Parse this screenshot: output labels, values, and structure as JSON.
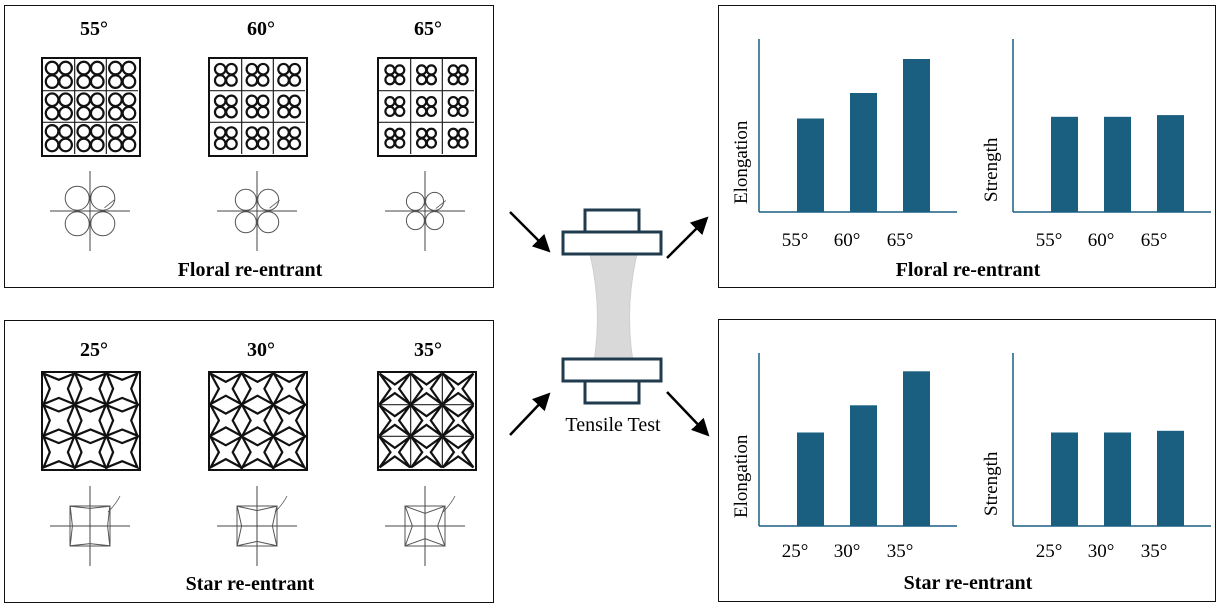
{
  "floral": {
    "caption": "Floral re-entrant",
    "angles": [
      "55°",
      "60°",
      "65°"
    ],
    "charts": {
      "elongation": {
        "ylabel": "Elongation",
        "categories": [
          "55°",
          "60°",
          "65°"
        ]
      },
      "strength": {
        "ylabel": "Strength",
        "categories": [
          "55°",
          "60°",
          "65°"
        ]
      },
      "caption": "Floral re-entrant"
    }
  },
  "star": {
    "caption": "Star re-entrant",
    "angles": [
      "25°",
      "30°",
      "35°"
    ],
    "charts": {
      "elongation": {
        "ylabel": "Elongation",
        "categories": [
          "25°",
          "30°",
          "35°"
        ]
      },
      "strength": {
        "ylabel": "Strength",
        "categories": [
          "25°",
          "30°",
          "35°"
        ]
      },
      "caption": "Star re-entrant"
    }
  },
  "tensile_label": "Tensile Test",
  "colors": {
    "bar": "#1a5f80",
    "specimen": "#d9d9d9",
    "grip": "#1f3b4d"
  },
  "chart_data": [
    {
      "type": "bar",
      "categories": [
        "55°",
        "60°",
        "65°"
      ],
      "values": [
        0.55,
        0.7,
        0.9
      ],
      "ylabel": "Elongation",
      "note_scale": "relative"
    },
    {
      "type": "bar",
      "categories": [
        "55°",
        "60°",
        "65°"
      ],
      "values": [
        0.56,
        0.56,
        0.57
      ],
      "ylabel": "Strength",
      "note_scale": "relative"
    },
    {
      "type": "bar",
      "categories": [
        "25°",
        "30°",
        "35°"
      ],
      "values": [
        0.55,
        0.71,
        0.91
      ],
      "ylabel": "Elongation",
      "note_scale": "relative"
    },
    {
      "type": "bar",
      "categories": [
        "25°",
        "30°",
        "35°"
      ],
      "values": [
        0.55,
        0.55,
        0.56
      ],
      "ylabel": "Strength",
      "note_scale": "relative"
    }
  ]
}
